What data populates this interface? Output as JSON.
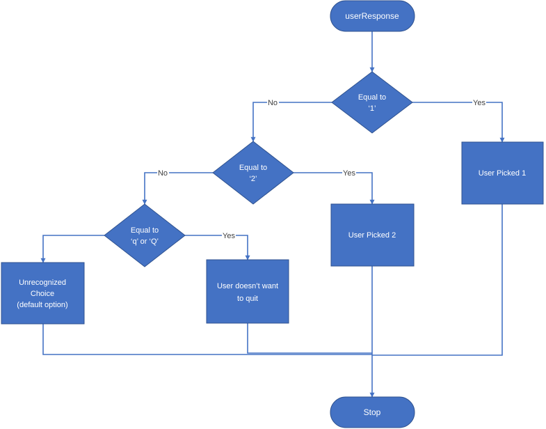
{
  "nodes": {
    "start": {
      "label": "userResponse"
    },
    "decision_1": {
      "lines": [
        "Equal to",
        "‘1’"
      ]
    },
    "decision_2": {
      "lines": [
        "Equal to",
        "‘2’"
      ]
    },
    "decision_q": {
      "lines": [
        "Equal to",
        "‘q’ or ‘Q’"
      ]
    },
    "picked_1": {
      "label": "User Picked 1"
    },
    "picked_2": {
      "label": "User Picked 2"
    },
    "quit_no": {
      "lines": [
        "User doesn’t want",
        "to quit"
      ]
    },
    "unrecognized": {
      "lines": [
        "Unrecognized",
        "Choice",
        "(default option)"
      ]
    },
    "stop": {
      "label": "Stop"
    }
  },
  "edge_labels": {
    "no": "No",
    "yes": "Yes"
  },
  "colors": {
    "shape_fill": "#4472c4",
    "shape_stroke": "#2f528f",
    "connector": "#4472c4",
    "node_text": "#ffffff",
    "edge_label_text": "#404040"
  }
}
